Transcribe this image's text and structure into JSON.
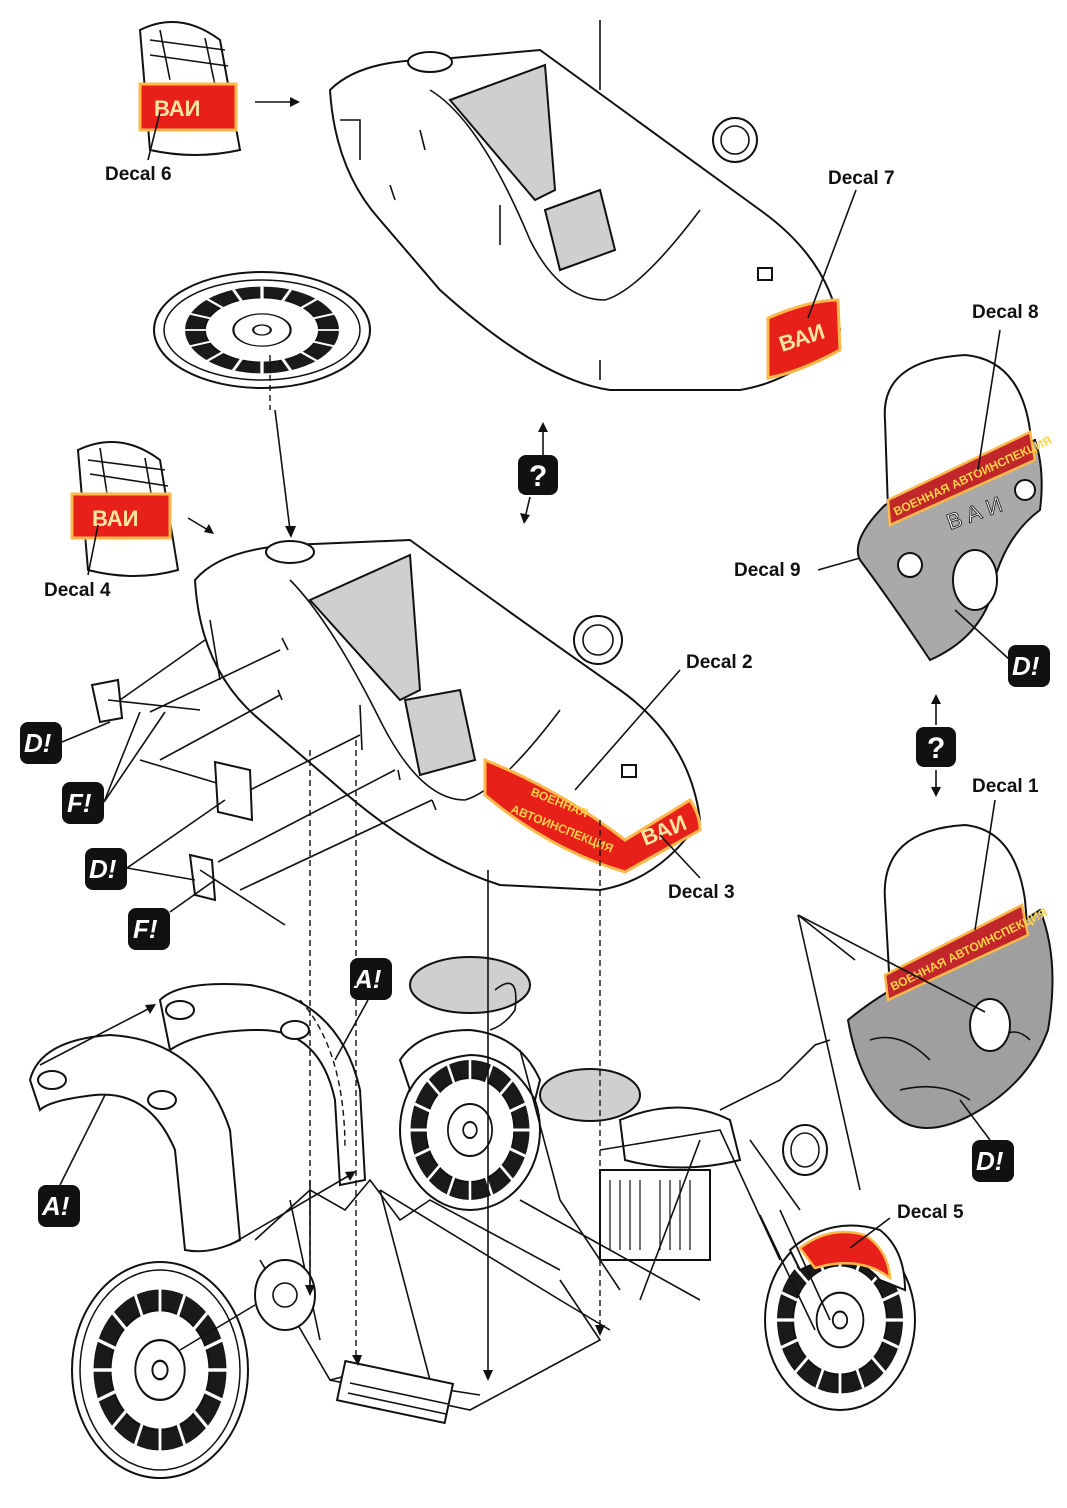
{
  "decals": {
    "d1": "Decal 1",
    "d2": "Decal 2",
    "d3": "Decal 3",
    "d4": "Decal 4",
    "d5": "Decal 5",
    "d6": "Decal 6",
    "d7": "Decal 7",
    "d8": "Decal 8",
    "d9": "Decal 9"
  },
  "stripe_text": {
    "vai": "ВАИ",
    "vai_spaced": "В А И",
    "military": "ВОЕННАЯ АВТОИНСПЕКЦИЯ",
    "military_line1": "ВОЕННАЯ",
    "military_line2": "АВТОИНСПЕКЦИЯ"
  },
  "paint_badges": {
    "a": "A!",
    "d": "D!",
    "f": "F!"
  },
  "alternative_marker": "?",
  "colors": {
    "stripe_red": "#e8201a",
    "stripe_glow": "#ffb84a",
    "badge_black": "#111111",
    "panel_grey": "#cfcfcf"
  }
}
